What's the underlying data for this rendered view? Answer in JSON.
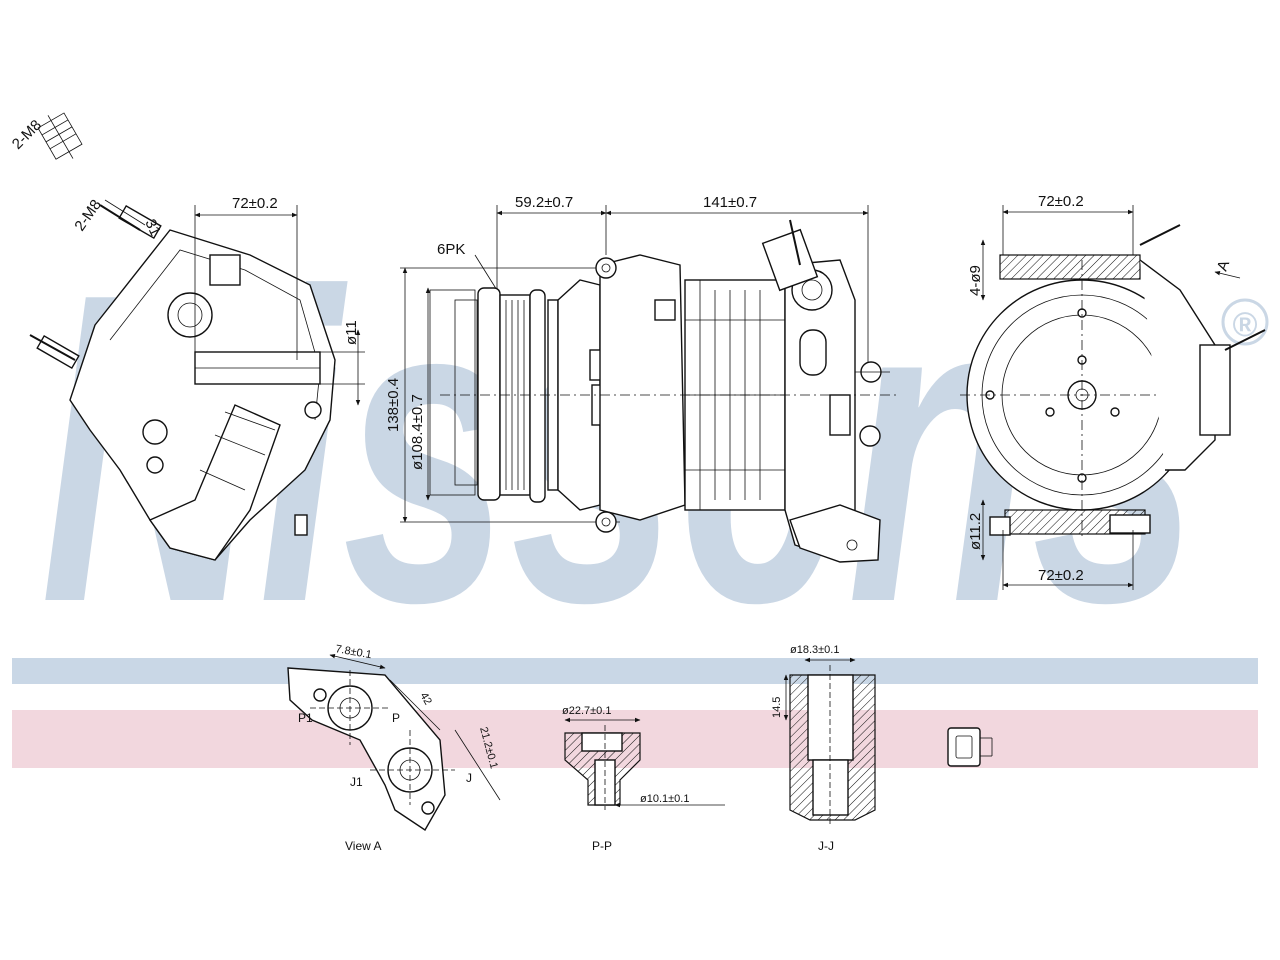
{
  "watermark": {
    "text": "Nissens",
    "registered_mark": "®",
    "color": "#c5d3e3"
  },
  "colors": {
    "band_blue": "#c9d7e6",
    "band_pink": "#f2d7de",
    "line": "#111111"
  },
  "dimensions": {
    "bolt_top": "2-M8",
    "bolt_side": "2-M8",
    "bolt_offset": "31",
    "left_width": "72±0.2",
    "left_hole": "ø11",
    "front_offset": "59.2±0.7",
    "body_length": "141±0.7",
    "belt": "6PK",
    "height": "138±0.4",
    "pulley_diameter": "ø108.4±0.7",
    "right_top_width": "72±0.2",
    "right_holes": "4-ø9",
    "right_bottom_width": "72±0.2",
    "right_bottom_hole": "ø11.2",
    "view_arrow": "A",
    "view_a_dim1": "7.8±0.1",
    "view_a_dim2": "42",
    "view_a_dim3": "21.2±0.1",
    "port_p1": "P1",
    "port_p": "P",
    "port_j1": "J1",
    "port_j": "J",
    "pp_top": "ø22.7±0.1",
    "pp_bottom": "ø10.1±0.1",
    "jj_top": "ø18.3±0.1",
    "jj_side": "14.5"
  },
  "captions": {
    "view_a": "View A",
    "section_pp": "P-P",
    "section_jj": "J-J"
  }
}
